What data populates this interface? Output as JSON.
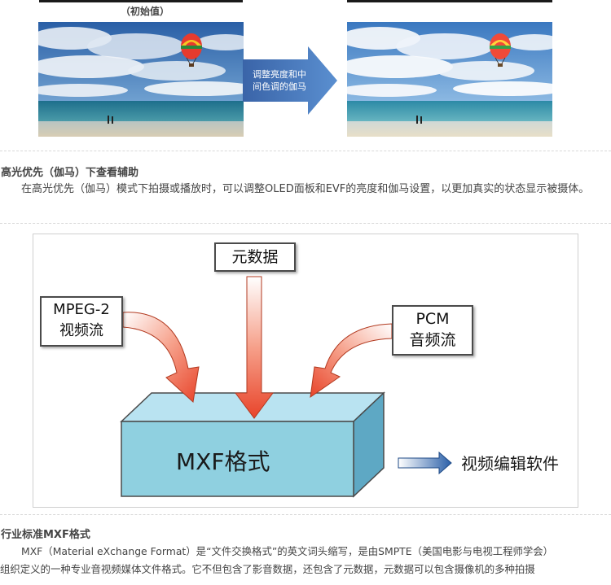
{
  "top_section": {
    "initial_label": "（初始值）",
    "arrow_label_line1": "调整亮度和中",
    "arrow_label_line2": "间色调的伽马"
  },
  "section1": {
    "heading": "高光优先（伽马）下查看辅助",
    "body": "在高光优先（伽马）模式下拍摄或播放时，可以调整OLED面板和EVF的亮度和伽马设置，以更加真实的状态显示被摄体。"
  },
  "diagram": {
    "metadata_label": "元数据",
    "mpeg_line1": "MPEG-2",
    "mpeg_line2": "视频流",
    "pcm_line1": "PCM",
    "pcm_line2": "音频流",
    "mxf_label": "MXF格式",
    "editor_label": "视频编辑软件",
    "colors": {
      "arrow_red": "#e8442a",
      "box_face": "#8fd0e0",
      "box_top": "#b9e3f1",
      "box_side": "#5ea8c4",
      "output_arrow": "#2a5fa8"
    }
  },
  "section2": {
    "heading": "行业标准MXF格式",
    "body_line1": "MXF（Material eXchange Format）是“文件交换格式”的英文词头缩写，是由SMPTE（美国电影与电视工程师学会）",
    "body_line2": "组织定义的一种专业音视频媒体文件格式。它不但包含了影音数据，还包含了元数据，元数据可以包含摄像机的多种拍摄"
  }
}
